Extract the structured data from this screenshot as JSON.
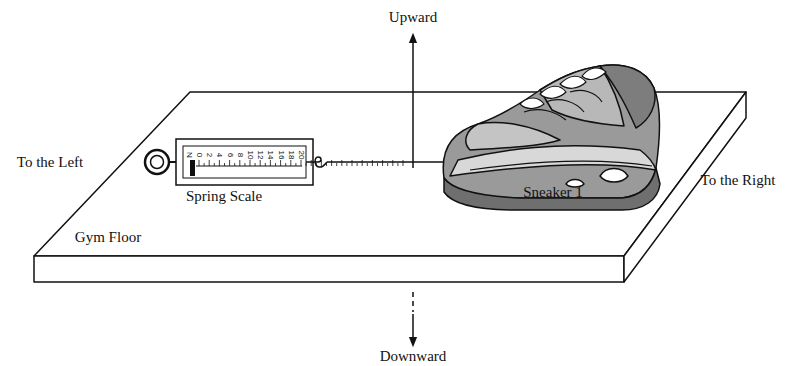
{
  "diagram": {
    "labels": [
      "Upward",
      "Downward",
      "To the Left",
      "To the Right",
      "Gym Floor",
      "Spring Scale",
      "Sneaker 1",
      "N",
      "0",
      "2",
      "4",
      "6",
      "8",
      "10",
      "12",
      "14",
      "16",
      "18",
      "20"
    ]
  }
}
